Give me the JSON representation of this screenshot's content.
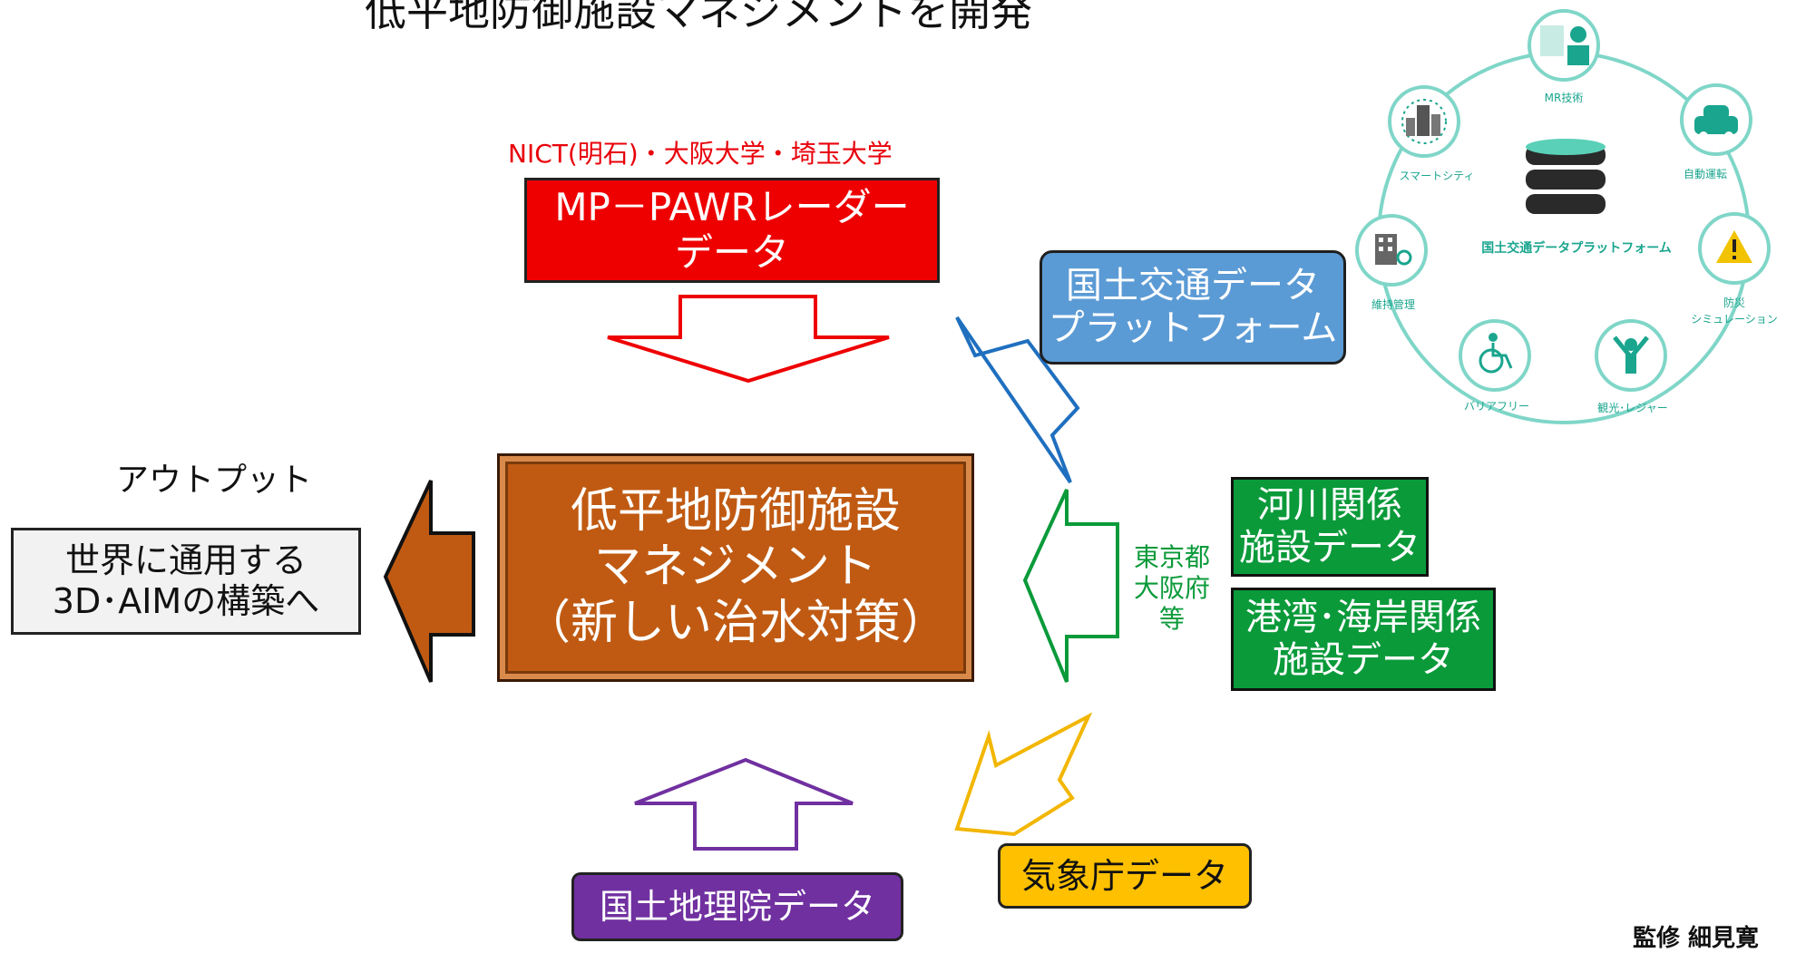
{
  "title": "低平地防御施設マネジメントを開発",
  "radar": {
    "source": "NICT(明石)・大阪大学・埼玉大学",
    "lines": [
      "MP－PAWRレーダー",
      "データ"
    ]
  },
  "center": {
    "lines": [
      "低平地防御施設",
      "マネジメント",
      "（新しい治水対策）"
    ]
  },
  "output": {
    "label": "アウトプット",
    "lines": [
      "世界に通用する",
      "3D･AIMの構築へ"
    ]
  },
  "platform": {
    "lines": [
      "国土交通データ",
      "プラットフォーム"
    ]
  },
  "river": {
    "lines": [
      "河川関係",
      "施設データ"
    ]
  },
  "port": {
    "lines": [
      "港湾･海岸関係",
      "施設データ"
    ]
  },
  "region": {
    "lines": [
      "東京都",
      "大阪府",
      "等"
    ]
  },
  "weather": {
    "label": "気象庁データ"
  },
  "gsi": {
    "label": "国土地理院データ"
  },
  "supervision": "監修 細見寛",
  "platform_graphic": {
    "center_label": "国土交通データプラットフォーム",
    "nodes": [
      {
        "label": "MR技術",
        "icon": "vr-headset-icon"
      },
      {
        "label": "自動運転",
        "icon": "car-icon"
      },
      {
        "label": "防災シミュレーション",
        "lines": [
          "防災",
          "シミュレーション"
        ],
        "icon": "warning-icon"
      },
      {
        "label": "観光･レジャー",
        "icon": "celebration-icon"
      },
      {
        "label": "バリアフリー",
        "icon": "wheelchair-icon"
      },
      {
        "label": "維持管理",
        "icon": "building-search-icon"
      },
      {
        "label": "スマートシティ",
        "icon": "smart-city-icon"
      }
    ]
  },
  "colors": {
    "radar": "#ee0000",
    "center": "#c05a12",
    "platform": "#5b9bd5",
    "green": "#0a9a3a",
    "weather": "#ffc000",
    "gsi": "#7030a0",
    "ring": "#7fd6c8"
  }
}
